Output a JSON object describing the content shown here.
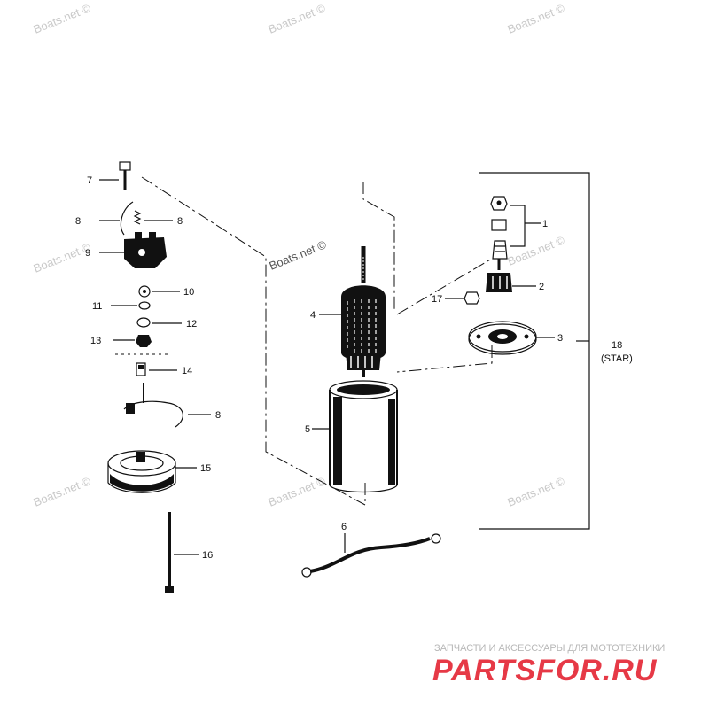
{
  "watermarks": {
    "repeated": "Boats.net ©",
    "main": "Boats.net ©"
  },
  "callouts": {
    "c1": "1",
    "c2": "2",
    "c3": "3",
    "c4": "4",
    "c5": "5",
    "c6": "6",
    "c7": "7",
    "c8a": "8",
    "c8b": "8",
    "c8c": "8",
    "c9": "9",
    "c10": "10",
    "c11": "11",
    "c12": "12",
    "c13": "13",
    "c14": "14",
    "c15": "15",
    "c16": "16",
    "c17": "17",
    "c18": "18",
    "c18_sub": "(STAR)"
  },
  "brand": {
    "tagline": "ЗАПЧАСТИ И АКСЕССУАРЫ ДЛЯ МОТОТЕХНИКИ",
    "name": "PARTSFOR.RU",
    "color": "#e63946"
  }
}
